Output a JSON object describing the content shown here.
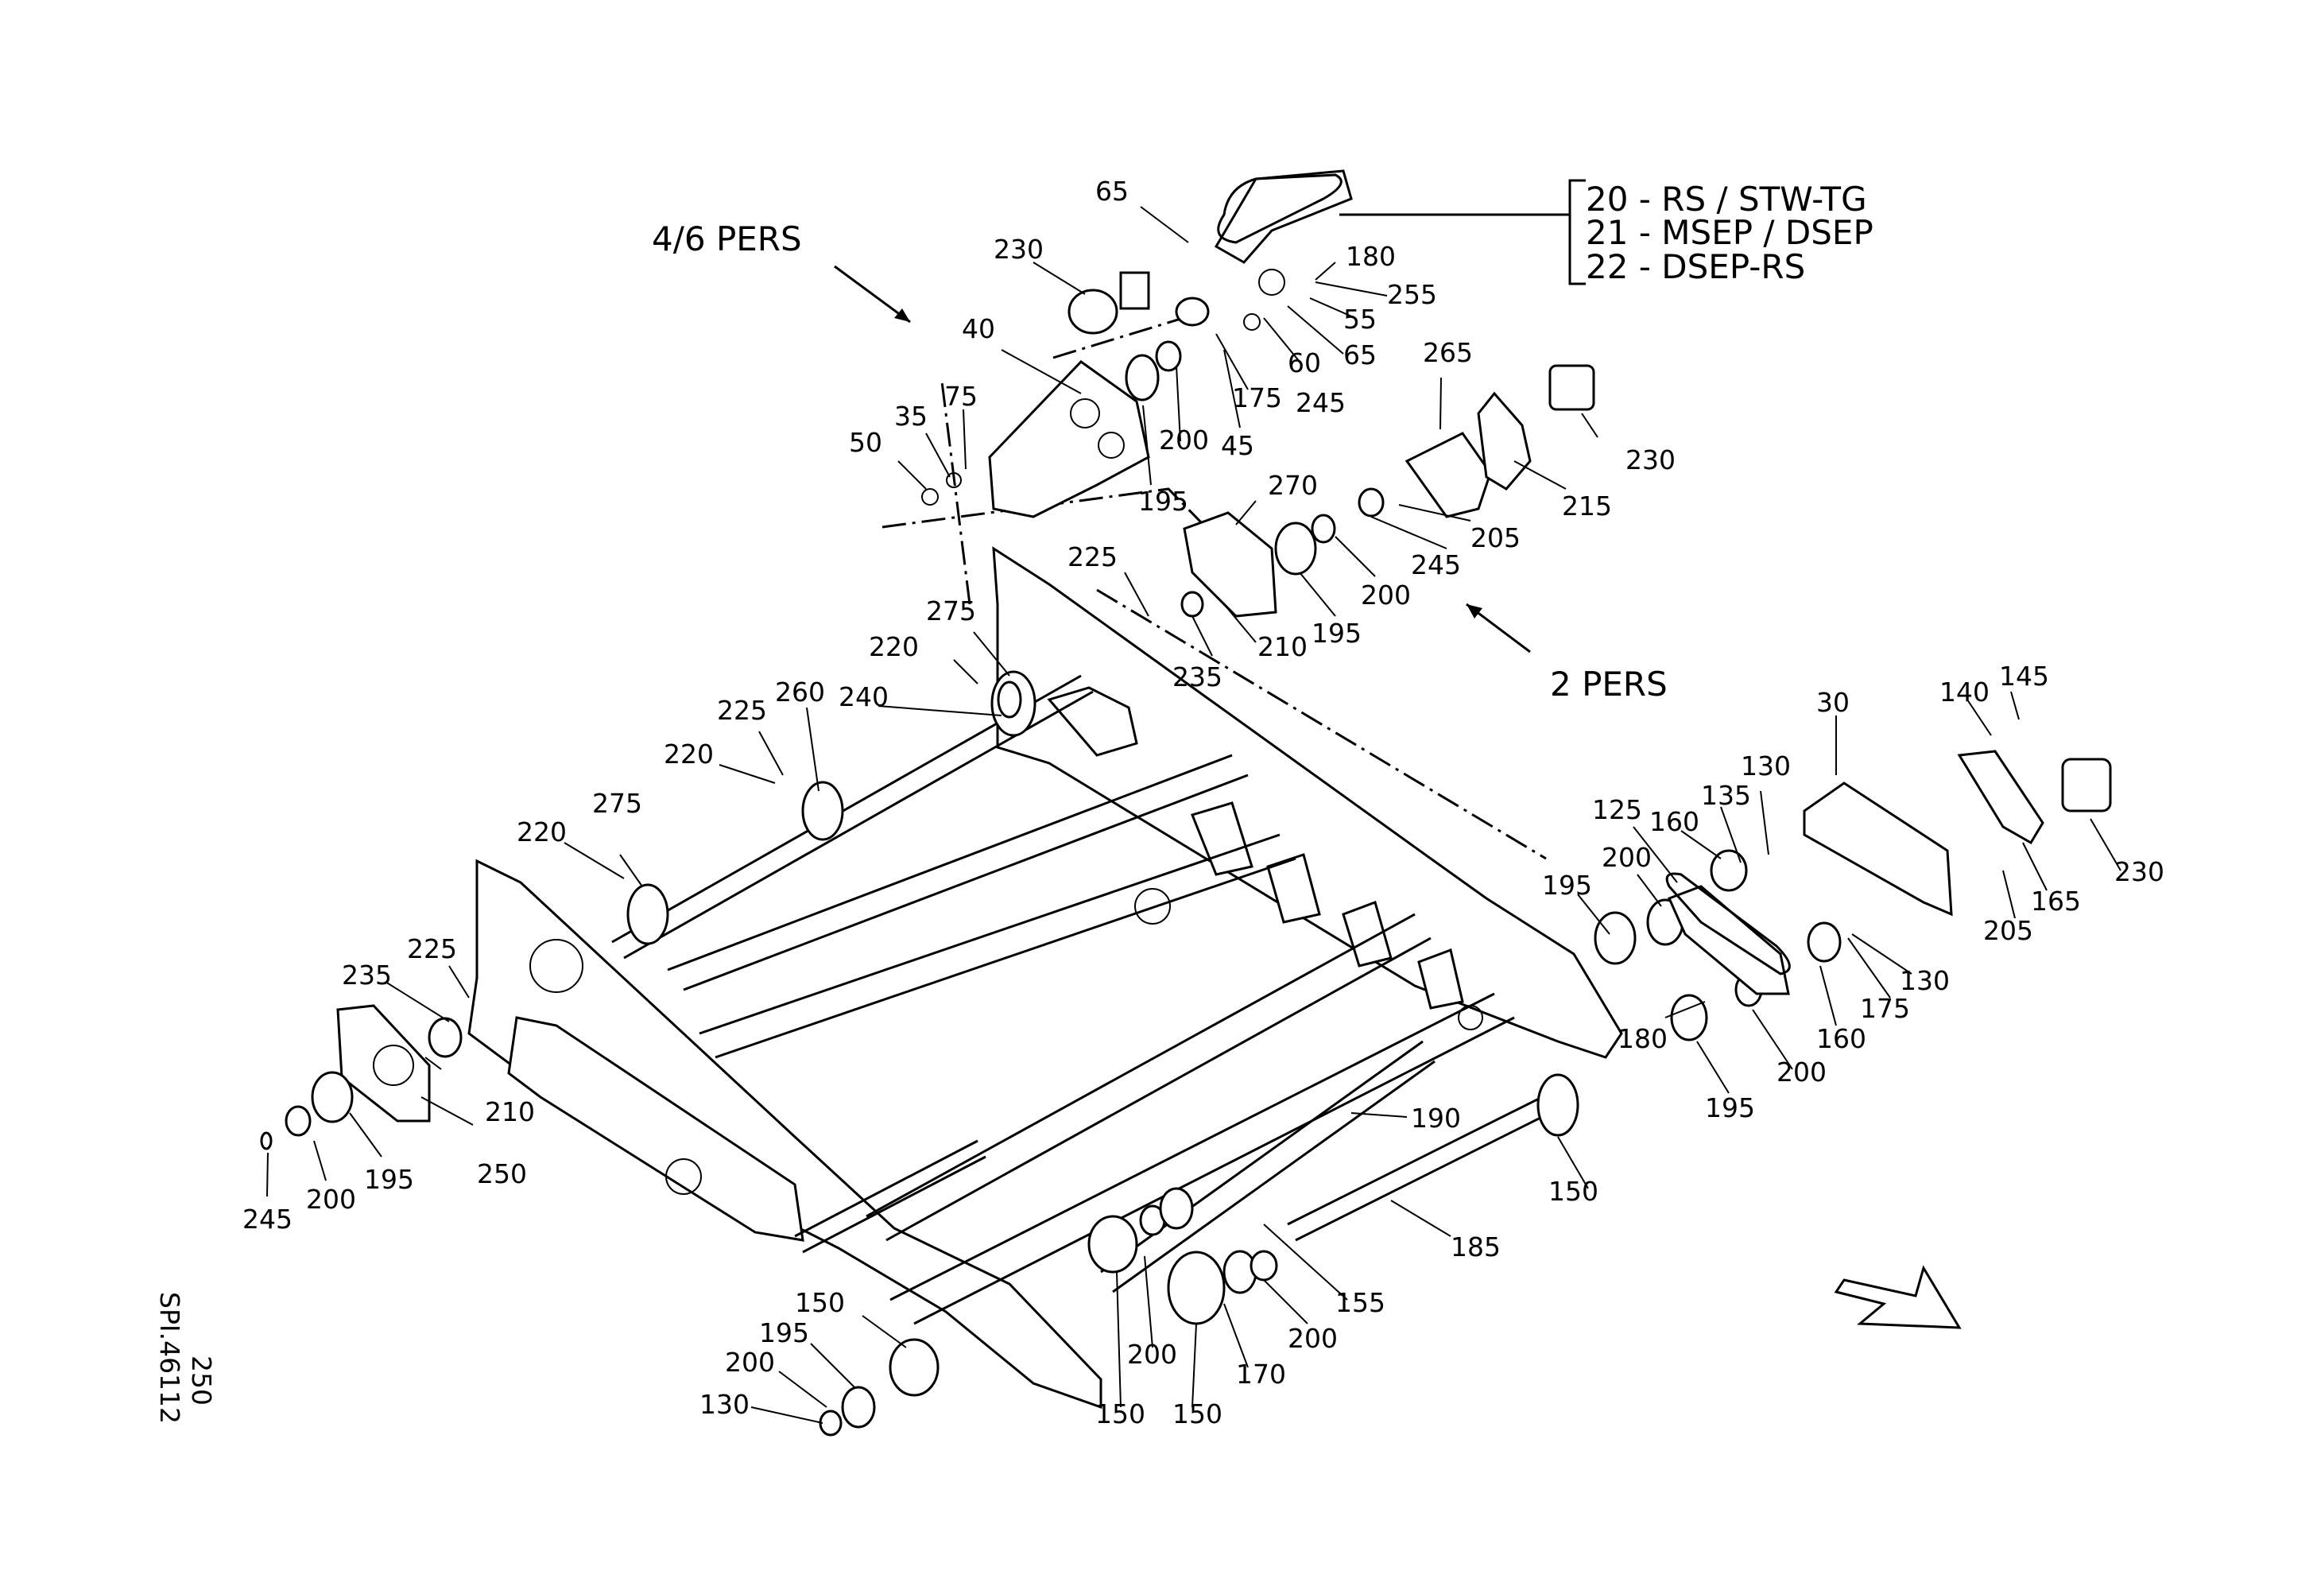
{
  "diagram": {
    "section_labels": {
      "four_six_pers": "4/6 PERS",
      "two_pers": "2 PERS"
    },
    "legend": {
      "items": [
        "20 - RS / STW-TG",
        "21 - MSEP / DSEP",
        "22 - DSEP-RS"
      ]
    },
    "sheet_id": "SPI.46112",
    "sheet_number": "250",
    "callouts": {
      "c65a": "65",
      "c230a": "230",
      "c180a": "180",
      "c255": "255",
      "c55": "55",
      "c65b": "65",
      "c60": "60",
      "c245a": "245",
      "c175a": "175",
      "c45": "45",
      "c200a": "200",
      "c195a": "195",
      "c40": "40",
      "c75": "75",
      "c35": "35",
      "c50": "50",
      "c265": "265",
      "c230b": "230",
      "c215": "215",
      "c205a": "205",
      "c245b": "245",
      "c200b": "200",
      "c195b": "195",
      "c270": "270",
      "c210a": "210",
      "c235a": "235",
      "c225a": "225",
      "c275a": "275",
      "c220a": "220",
      "c240": "240",
      "c225b": "225",
      "c260": "260",
      "c220b": "220",
      "c220c": "220",
      "c275b": "275",
      "c225c": "225",
      "c235b": "235",
      "c210b": "210",
      "c250a": "250",
      "c195c": "195",
      "c200c": "200",
      "c245c": "245",
      "c145": "145",
      "c140": "140",
      "c30": "30",
      "c130a": "130",
      "c135": "135",
      "c160a": "160",
      "c125": "125",
      "c200d": "200",
      "c195d": "195",
      "c230c": "230",
      "c165": "165",
      "c205b": "205",
      "c130b": "130",
      "c175b": "175",
      "c160b": "160",
      "c200e": "200",
      "c180b": "180",
      "c195e": "195",
      "c190": "190",
      "c150a": "150",
      "c185": "185",
      "c155": "155",
      "c200f": "200",
      "c170": "170",
      "c150b": "150",
      "c200g": "200",
      "c150c": "150",
      "c150d": "150",
      "c195f": "195",
      "c200h": "200",
      "c130c": "130"
    }
  }
}
